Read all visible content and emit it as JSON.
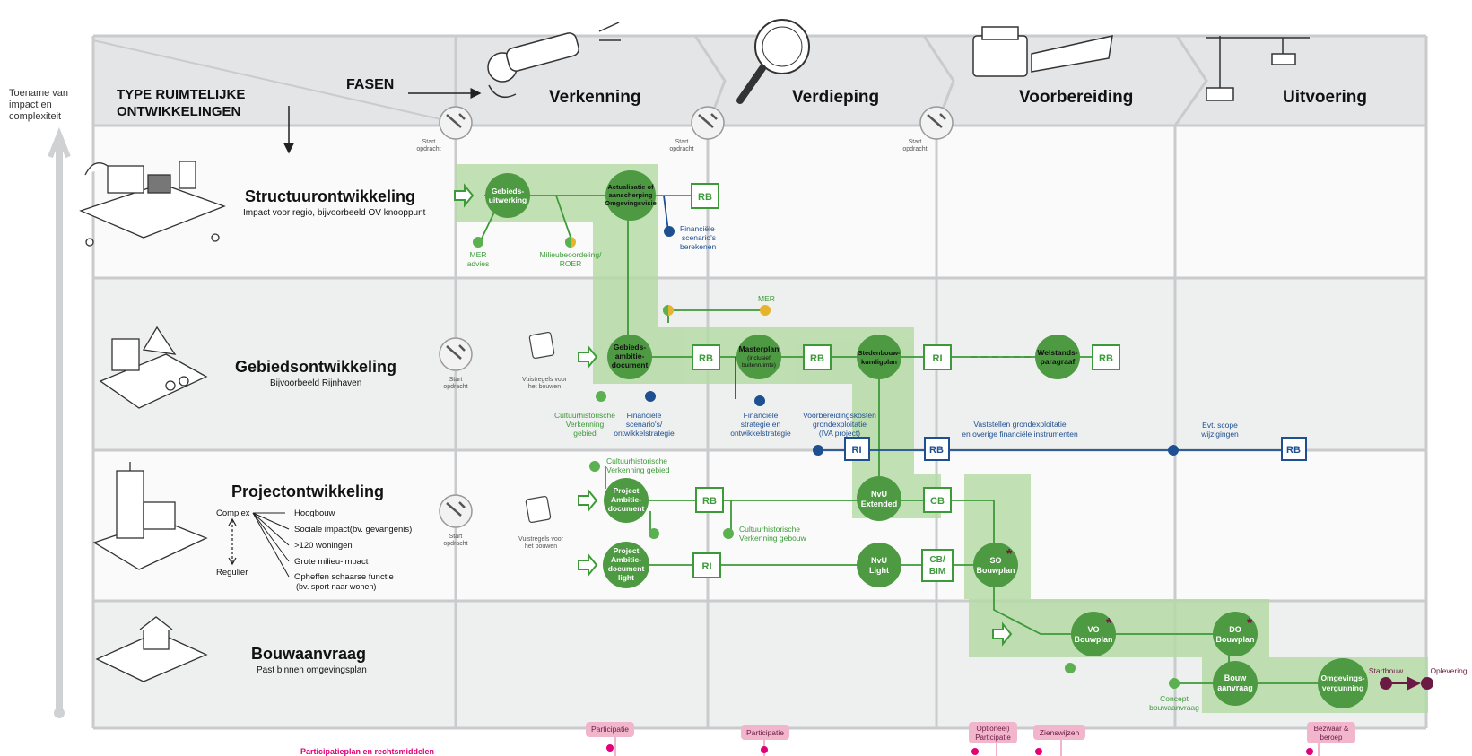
{
  "side_label": [
    "Toename van",
    "impact en",
    "complexiteit"
  ],
  "header": {
    "type_label": [
      "TYPE RUIMTELIJKE",
      "ONTWIKKELINGEN"
    ],
    "fasen_label": "FASEN",
    "phases": [
      "Verkenning",
      "Verdieping",
      "Voorbereiding",
      "Uitvoering"
    ]
  },
  "start_label": [
    "Start",
    "opdracht"
  ],
  "rows": [
    {
      "title": "Structuurontwikkeling",
      "subtitle": "Impact voor regio, bijvoorbeeld OV knooppunt"
    },
    {
      "title": "Gebiedsontwikkeling",
      "subtitle": "Bijvoorbeeld Rijnhaven"
    },
    {
      "title": "Projectontwikkeling",
      "subtitle": ""
    },
    {
      "title": "Bouwaanvraag",
      "subtitle": "Past binnen omgevingsplan"
    }
  ],
  "complexity": {
    "top": "Complex",
    "bottom": "Regulier",
    "items": [
      "Hoogbouw",
      "Sociale impact(bv. gevangenis)",
      ">120 woningen",
      "Grote milieu-impact",
      "Opheffen schaarse functie",
      "(bv. sport naar wonen)"
    ]
  },
  "vuistregels": [
    "Vuistregels voor",
    "het bouwen"
  ],
  "nodes": {
    "gebiedsuitwerking": [
      "Gebieds-",
      "uitwerking"
    ],
    "actualisatie": [
      "Actualisatie of",
      "aanscherping",
      "Omgevingsvisie"
    ],
    "gebiedsambitie": [
      "Gebieds-",
      "ambitie-",
      "document"
    ],
    "masterplan": [
      "Masterplan",
      "(inclusief",
      "buitenruimte)"
    ],
    "stedenbouw": [
      "Stedenbouw-",
      "kundigplan"
    ],
    "welstand": [
      "Welstands-",
      "paragraaf"
    ],
    "projectambitie": [
      "Project",
      "Ambitie-",
      "document"
    ],
    "projectambitie_light": [
      "Project",
      "Ambitie-",
      "document",
      "light"
    ],
    "nvu_extended": [
      "NvU",
      "Extended"
    ],
    "nvu_light": [
      "NvU",
      "Light"
    ],
    "so_bouwplan": [
      "SO",
      "Bouwplan"
    ],
    "vo_bouwplan": [
      "VO",
      "Bouwplan"
    ],
    "do_bouwplan": [
      "DO",
      "Bouwplan"
    ],
    "bouwaanvraag": [
      "Bouw",
      "aanvraag"
    ],
    "omgevingsvergunning": [
      "Omgevings-",
      "vergunning"
    ]
  },
  "boxes": {
    "rb": "RB",
    "ri": "RI",
    "cb": "CB",
    "cbbim": [
      "CB/",
      "BIM"
    ]
  },
  "annotations": {
    "mer_advies": [
      "MER",
      "advies"
    ],
    "milieubeoordeling": [
      "Milieubeoordeling/",
      "ROER"
    ],
    "financiele_scenarios": [
      "Financiële",
      "scenario's",
      "berekenen"
    ],
    "mer": "MER",
    "cultuurhistorische_gebied": [
      "Cultuurhistorische",
      "Verkenning",
      "gebied"
    ],
    "financiele_scenarios_2": [
      "Financiële",
      "scenario's/",
      "ontwikkelstrategie"
    ],
    "financiele_strategie": [
      "Financiële",
      "strategie en",
      "ontwikkelstrategie"
    ],
    "voorbereidingskosten": [
      "Voorbereidingskosten",
      "grondexploitatie",
      "(IVA project)"
    ],
    "vaststellen": [
      "Vaststellen grondexploitatie",
      "en overige financiële instrumenten"
    ],
    "evt_scope": [
      "Evt. scope",
      "wijzigingen"
    ],
    "cultuurhistorische_verkenning_gebied": [
      "Cultuurhistorische",
      "Verkenning gebied"
    ],
    "cultuurhistorische_gebouw": [
      "Cultuurhistorische",
      "Verkenning gebouw"
    ],
    "concept_bouwaanvraag": [
      "Concept",
      "bouwaanvraag"
    ],
    "startbouw": "Startbouw",
    "oplevering": "Oplevering"
  },
  "participation": {
    "participatie_1": "Participatie",
    "participatie_2": "Participatie",
    "optioneel": [
      "Optioneel)",
      "Participatie"
    ],
    "zienswijzen": "Zienswijzen",
    "bezwaar": [
      "Bezwaar &",
      "beroep"
    ],
    "footer": "Participatieplan en rechtsmiddelen"
  },
  "colors": {
    "green_node": "#4e9a43",
    "green_light": "#a8d49a",
    "green_line": "#3d9a39",
    "blue": "#1d4f91",
    "gold": "#e6b32c",
    "header_gray": "#e3e5e6",
    "row_gray": "#eeefef",
    "pink": "#f2b6cc",
    "magenta": "#e2007a",
    "purple": "#6b1b43"
  }
}
